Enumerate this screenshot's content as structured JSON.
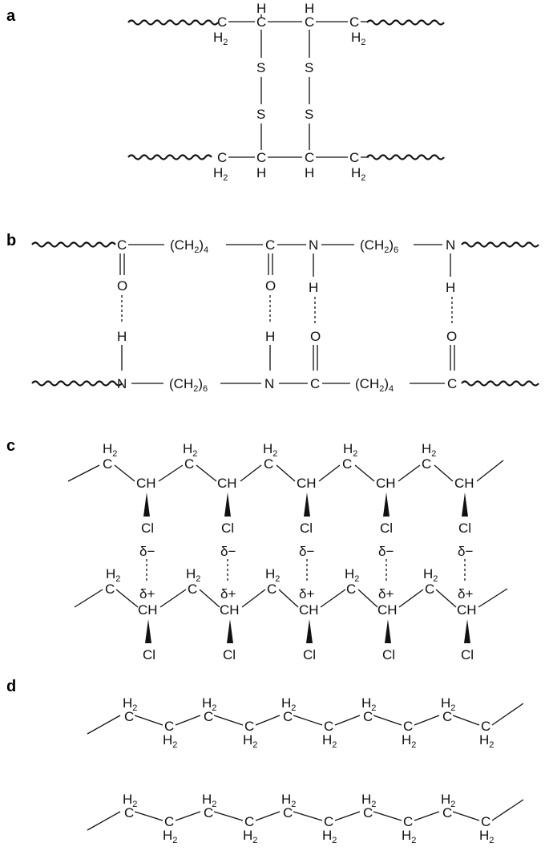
{
  "panels": [
    {
      "label": "a",
      "description_atoms": {
        "ch2": "C",
        "h2": "H",
        "ch": "C",
        "h": "H",
        "s": "S"
      }
    },
    {
      "label": "b",
      "groups": {
        "ch2_4": "(CH",
        "sub4": "4",
        "ch2_6": "(CH",
        "sub6": "6",
        "c": "C",
        "n": "N",
        "o": "O",
        "h": "H"
      }
    },
    {
      "label": "c",
      "atoms": {
        "ch": "CH",
        "cl": "Cl",
        "c": "C",
        "h": "H",
        "delta_minus": "δ−",
        "delta_plus": "δ+"
      }
    },
    {
      "label": "d",
      "atoms": {
        "c": "C",
        "h": "H"
      }
    }
  ],
  "sub2": "2",
  "close_paren": ")"
}
